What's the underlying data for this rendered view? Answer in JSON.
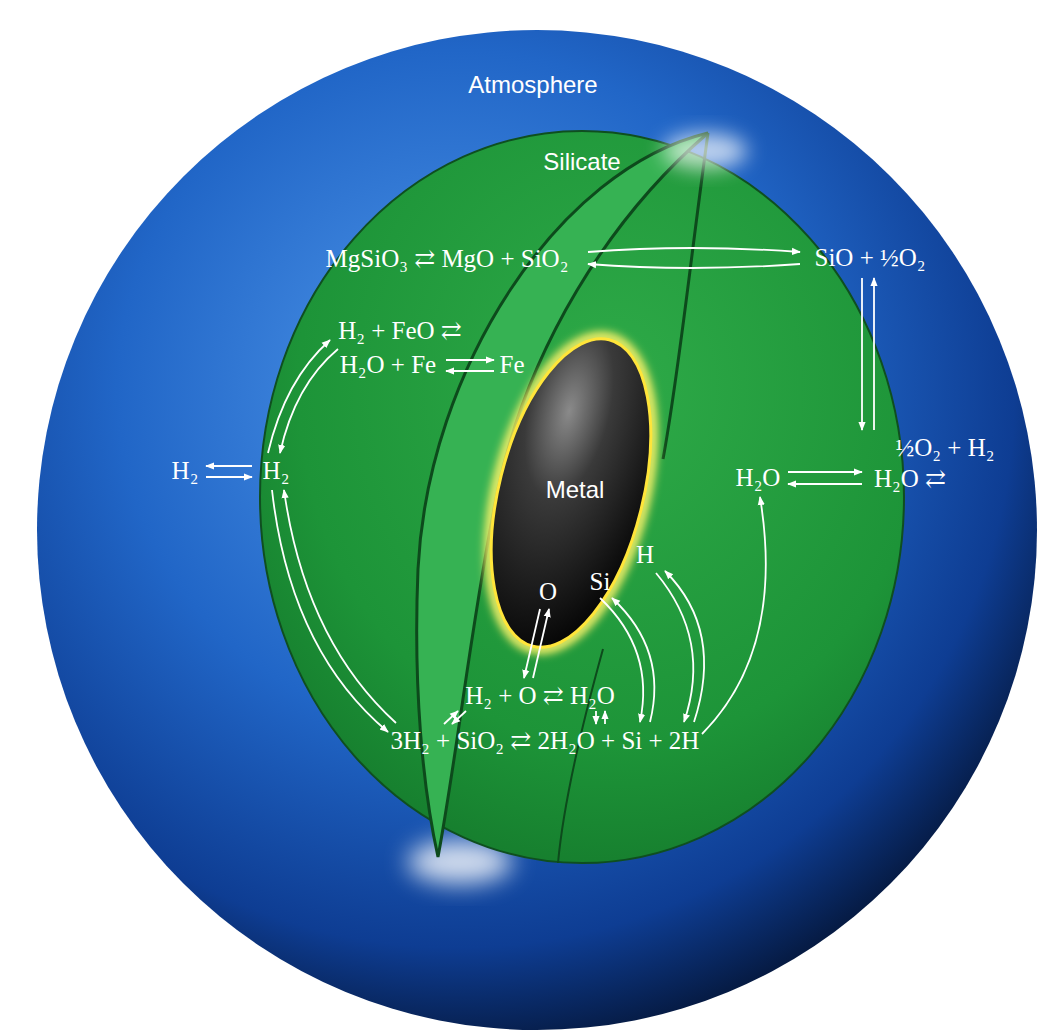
{
  "diagram": {
    "nodes": [
      {
        "text": [
          "Atmosphere"
        ]
      },
      {
        "text": [
          "Silicate"
        ],
        "in": 0
      },
      {
        "text": [
          "Metal",
          "O",
          "Si",
          "H"
        ],
        "in": 1
      }
    ],
    "labels": [
      "MgSiO₃ ⇄ MgO + SiO₂",
      "SiO + ½O₂",
      "H₂ + FeO ⇄",
      "H₂O + Fe",
      "Fe",
      "H₂",
      "H₂",
      "½O₂ + H₂",
      "H₂O",
      "H₂O ⇄",
      "H₂ + O ⇄ H₂O",
      "3H₂ + SiO₂ ⇄ 2H₂O + Si + 2H"
    ]
  }
}
